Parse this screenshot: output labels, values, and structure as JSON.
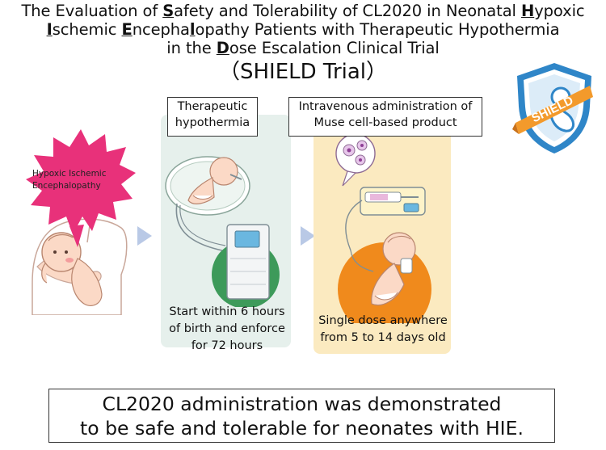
{
  "title": {
    "line1": [
      {
        "t": "The Evaluation of ",
        "b": false
      },
      {
        "t": "S",
        "b": true
      },
      {
        "t": "afety and Tolerability of CL2020 in Neonatal ",
        "b": false
      },
      {
        "t": "H",
        "b": true
      },
      {
        "t": "ypoxic",
        "b": false
      }
    ],
    "line2": [
      {
        "t": "I",
        "b": true
      },
      {
        "t": "schemic ",
        "b": false
      },
      {
        "t": "E",
        "b": true
      },
      {
        "t": "ncepha",
        "b": false
      },
      {
        "t": "l",
        "b": true
      },
      {
        "t": "opathy Patients with Therapeutic Hypothermia",
        "b": false
      }
    ],
    "line3": [
      {
        "t": "in the ",
        "b": false
      },
      {
        "t": "D",
        "b": true
      },
      {
        "t": "ose Escalation Clinical Trial",
        "b": false
      }
    ]
  },
  "subtitle": "（SHIELD Trial）",
  "logo": {
    "text": "SHIELD",
    "shield_color": "#2f86c8",
    "ribbon_color": "#f39a2b"
  },
  "hie_burst": {
    "line1": "Hypoxic Ischemic",
    "line2": "Encephalopathy",
    "color": "#e8317a"
  },
  "step_hypothermia": {
    "label_line1": "Therapeutic",
    "label_line2": "hypothermia",
    "caption_line1": "Start within 6 hours",
    "caption_line2": "of birth and enforce",
    "caption_line3": "for 72 hours",
    "panel_color": "#e6f0ec",
    "accent_color": "#3d9a5a"
  },
  "step_muse": {
    "label_line1": "Intravenous administration of",
    "label_line2": "Muse cell-based product",
    "caption_line1": "Single dose anywhere",
    "caption_line2": "from 5 to 14 days old",
    "panel_color": "#fbeac0",
    "accent_color": "#f08a1c"
  },
  "arrow_color": "#b9c9e6",
  "conclusion": {
    "line1": "CL2020 administration was demonstrated",
    "line2": "to be safe and tolerable for neonates with HIE."
  }
}
